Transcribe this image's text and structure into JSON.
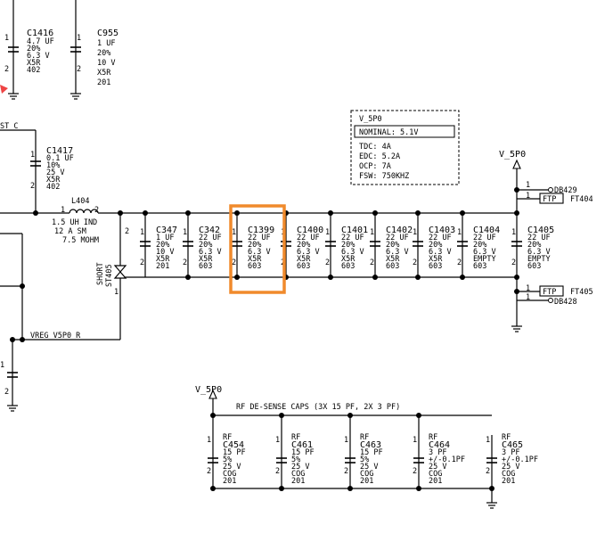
{
  "rails": {
    "v5p0_top": "V_5P0",
    "v5p0_rf": "V_5P0",
    "st_c": "ST_C",
    "vreg_net": "VREG_V5P0_R"
  },
  "nominal_box": {
    "title": "V_5P0",
    "lines": [
      "NOMINAL: 5.1V",
      "TDC: 4A",
      "EDC: 5.2A",
      "OCP: 7A",
      "FSW: 750KHZ"
    ]
  },
  "inductor": {
    "ref": "L404",
    "lines": [
      "1.5 UH IND",
      "12 A SM",
      "7.5 MOHM"
    ]
  },
  "short": {
    "line1": "SHORT",
    "line2": "ST405"
  },
  "rf_group_title": "RF DE-SENSE CAPS (3X 15 PF, 2X 3 PF)",
  "test_points": [
    {
      "ftp": "FTP",
      "ft": "FT404",
      "db": "DB429"
    },
    {
      "ftp": "FTP",
      "ft": "FT405",
      "db": "DB428"
    }
  ],
  "top_caps": [
    {
      "ref": "C1416",
      "lines": [
        "4.7 UF",
        "20%",
        "6.3 V",
        "X5R",
        "402"
      ]
    },
    {
      "ref": "C955",
      "lines": [
        "1 UF",
        "20%",
        "10 V",
        "X5R",
        "201"
      ]
    },
    {
      "ref": "C1417",
      "lines": [
        "0.1 UF",
        "10%",
        "25 V",
        "X5R",
        "402"
      ]
    }
  ],
  "bank_caps": [
    {
      "ref": "C347",
      "lines": [
        "1 UF",
        "20%",
        "10 V",
        "X5R",
        "201"
      ]
    },
    {
      "ref": "C342",
      "lines": [
        "22 UF",
        "20%",
        "6.3 V",
        "X5R",
        "603"
      ]
    },
    {
      "ref": "C1399",
      "lines": [
        "22 UF",
        "20%",
        "6.3 V",
        "X5R",
        "603"
      ]
    },
    {
      "ref": "C1400",
      "lines": [
        "22 UF",
        "20%",
        "6.3 V",
        "X5R",
        "603"
      ]
    },
    {
      "ref": "C1401",
      "lines": [
        "22 UF",
        "20%",
        "6.3 V",
        "X5R",
        "603"
      ]
    },
    {
      "ref": "C1402",
      "lines": [
        "22 UF",
        "20%",
        "6.3 V",
        "X5R",
        "603"
      ]
    },
    {
      "ref": "C1403",
      "lines": [
        "22 UF",
        "20%",
        "6.3 V",
        "X5R",
        "603"
      ]
    },
    {
      "ref": "C1404",
      "lines": [
        "22 UF",
        "20%",
        "6.3 V",
        "EMPTY",
        "603"
      ]
    },
    {
      "ref": "C1405",
      "lines": [
        "22 UF",
        "20%",
        "6.3 V",
        "EMPTY",
        "603"
      ]
    }
  ],
  "rf_caps": [
    {
      "tag": "RF",
      "ref": "C454",
      "lines": [
        "15 PF",
        "5%",
        "25 V",
        "COG",
        "201"
      ]
    },
    {
      "tag": "RF",
      "ref": "C461",
      "lines": [
        "15 PF",
        "5%",
        "25 V",
        "COG",
        "201"
      ]
    },
    {
      "tag": "RF",
      "ref": "C463",
      "lines": [
        "15 PF",
        "5%",
        "25 V",
        "COG",
        "201"
      ]
    },
    {
      "tag": "RF",
      "ref": "C464",
      "lines": [
        "3 PF",
        "+/-0.1PF",
        "25 V",
        "COG",
        "201"
      ]
    },
    {
      "tag": "RF",
      "ref": "C465",
      "lines": [
        "3 PF",
        "+/-0.1PF",
        "25 V",
        "COG",
        "201"
      ]
    }
  ],
  "pin_one": "1",
  "pin_two": "2",
  "highlight": {
    "target": "C1399",
    "color": "#f08a2c"
  }
}
